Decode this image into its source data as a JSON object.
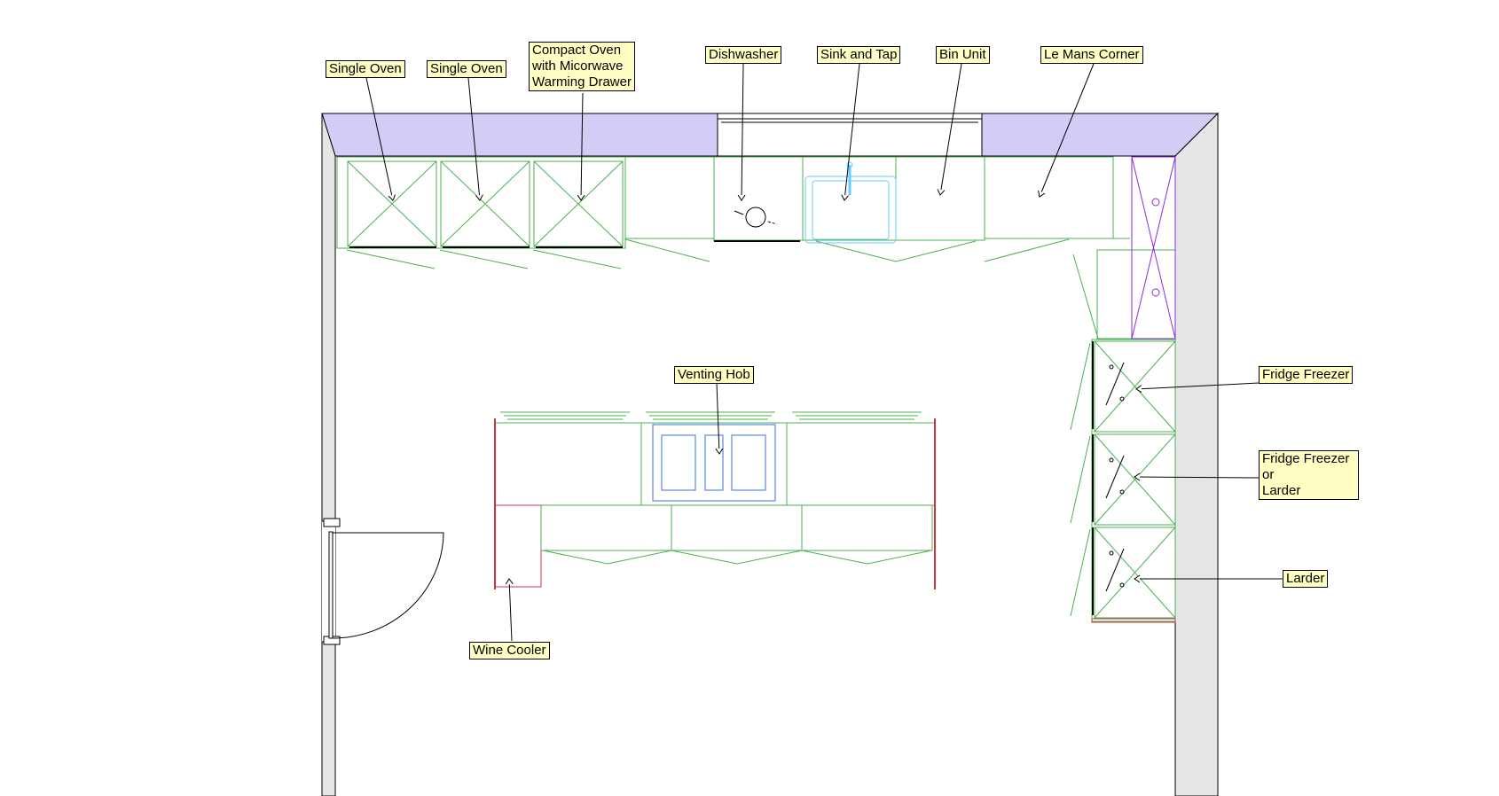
{
  "labels": {
    "single_oven_1": "Single Oven",
    "single_oven_2": "Single Oven",
    "compact_oven": "Compact Oven\nwith Micorwave\nWarming Drawer",
    "dishwasher": "Dishwasher",
    "sink_and_tap": "Sink and Tap",
    "bin_unit": "Bin Unit",
    "le_mans_corner": "Le Mans Corner",
    "venting_hob": "Venting Hob",
    "fridge_freezer": "Fridge Freezer",
    "fridge_freezer_or_larder": "Fridge Freezer\nor\nLarder",
    "larder": "Larder",
    "wine_cooler": "Wine Cooler"
  },
  "colors": {
    "background": "#ffffff",
    "label_fill": "#ffffc4",
    "wall_top": "#d2cdf7",
    "wall_side": "#e6e6e6",
    "cabinet_line": "#4caf50",
    "appliance_blue": "#3a6fd8",
    "sink_cyan": "#66ccff",
    "corner_purple": "#8a2be2",
    "wine_red": "#cc3344"
  }
}
